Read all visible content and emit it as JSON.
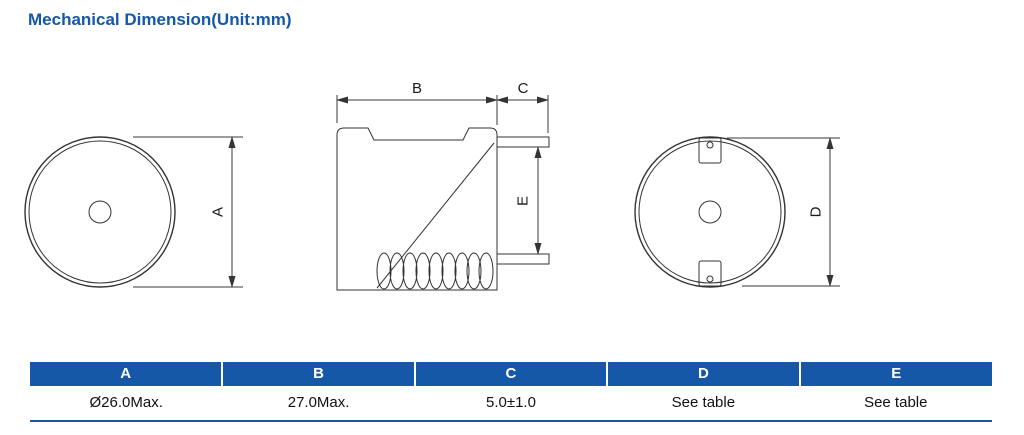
{
  "title": "Mechanical Dimension(Unit:mm)",
  "colors": {
    "accent": "#1558A8",
    "table_header_bg": "#1558A8",
    "line": "#333333"
  },
  "diagram": {
    "front_view": {
      "dim": "A"
    },
    "side_view": {
      "dim_width": "B",
      "dim_pin": "C",
      "dim_height": "E"
    },
    "back_view": {
      "dim": "D"
    }
  },
  "table": {
    "headers": [
      "A",
      "B",
      "C",
      "D",
      "E"
    ],
    "row": [
      "Ø26.0Max.",
      "27.0Max.",
      "5.0±1.0",
      "See table",
      "See table"
    ]
  }
}
